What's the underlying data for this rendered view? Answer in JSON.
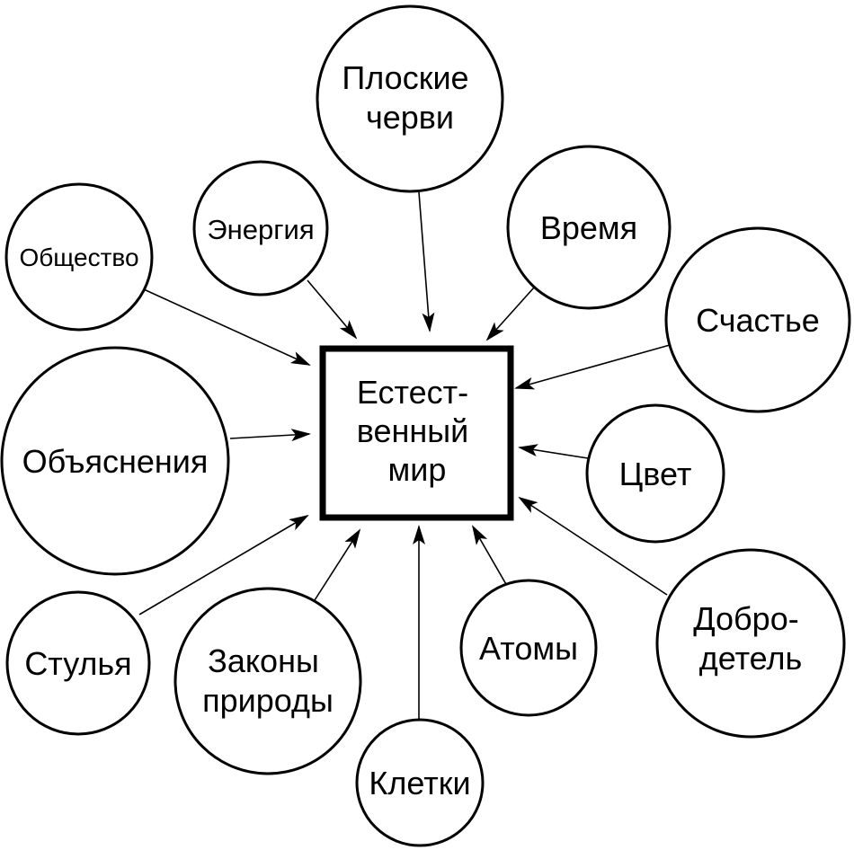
{
  "diagram": {
    "center": {
      "lines": [
        "Естест-",
        "венный",
        "мир"
      ]
    },
    "nodes": [
      {
        "id": "ploskie-chervi",
        "lines": [
          "Плоские",
          "черви"
        ]
      },
      {
        "id": "energiya",
        "lines": [
          "Энергия"
        ]
      },
      {
        "id": "vremya",
        "lines": [
          "Время"
        ]
      },
      {
        "id": "obshchestvo",
        "lines": [
          "Общество"
        ]
      },
      {
        "id": "schastye",
        "lines": [
          "Счастье"
        ]
      },
      {
        "id": "obyasneniya",
        "lines": [
          "Объяснения"
        ]
      },
      {
        "id": "tsvet",
        "lines": [
          "Цвет"
        ]
      },
      {
        "id": "dobrodetel",
        "lines": [
          "Добро-",
          "детель"
        ]
      },
      {
        "id": "atomy",
        "lines": [
          "Атомы"
        ]
      },
      {
        "id": "kletki",
        "lines": [
          "Клетки"
        ]
      },
      {
        "id": "zakony-prirody",
        "lines": [
          "Законы",
          "природы"
        ]
      },
      {
        "id": "stulya",
        "lines": [
          "Стулья"
        ]
      }
    ],
    "edges": [
      {
        "from": "ploskie-chervi",
        "to": "center"
      },
      {
        "from": "energiya",
        "to": "center"
      },
      {
        "from": "vremya",
        "to": "center"
      },
      {
        "from": "obshchestvo",
        "to": "center"
      },
      {
        "from": "schastye",
        "to": "center"
      },
      {
        "from": "obyasneniya",
        "to": "center"
      },
      {
        "from": "tsvet",
        "to": "center"
      },
      {
        "from": "dobrodetel",
        "to": "center"
      },
      {
        "from": "atomy",
        "to": "center"
      },
      {
        "from": "kletki",
        "to": "center"
      },
      {
        "from": "zakony-prirody",
        "to": "center"
      },
      {
        "from": "stulya",
        "to": "center"
      }
    ]
  }
}
